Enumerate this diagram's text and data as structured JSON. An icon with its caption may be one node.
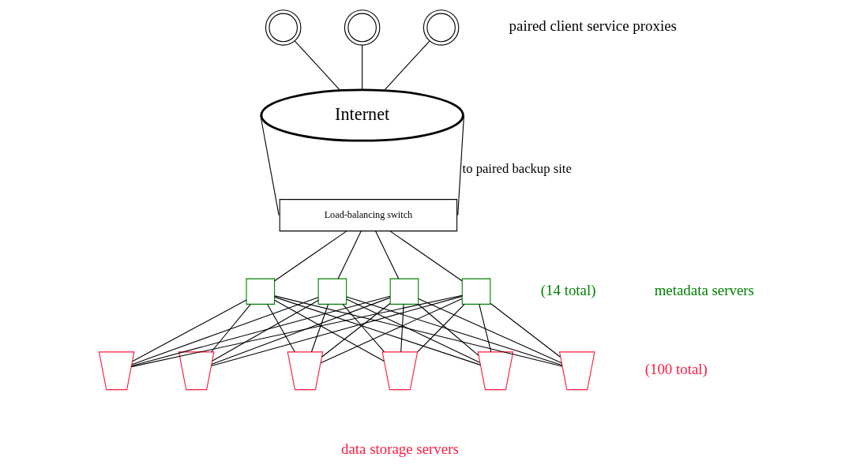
{
  "diagram": {
    "nodes": [
      {
        "text": [],
        "shape": "circle"
      },
      {
        "text": [],
        "shape": "circle"
      },
      {
        "text": [],
        "shape": "circle"
      },
      {
        "text": [
          "Internet"
        ]
      },
      {
        "text": [
          "Load-balancing switch"
        ]
      },
      {
        "text": [],
        "shape": "box"
      },
      {
        "text": [],
        "shape": "box"
      },
      {
        "text": [],
        "shape": "box"
      },
      {
        "text": [],
        "shape": "box"
      },
      {
        "text": [],
        "shape": "trapezoid"
      },
      {
        "text": [],
        "shape": "trapezoid"
      },
      {
        "text": [],
        "shape": "trapezoid"
      },
      {
        "text": [],
        "shape": "trapezoid"
      },
      {
        "text": [],
        "shape": "trapezoid"
      },
      {
        "text": [],
        "shape": "trapezoid"
      }
    ],
    "edges": [
      {
        "from": 0,
        "to": 3,
        "arrow": "none"
      },
      {
        "from": 1,
        "to": 3,
        "arrow": "none"
      },
      {
        "from": 2,
        "to": 3,
        "arrow": "none"
      },
      {
        "from": 3,
        "to": 4,
        "arrow": "none"
      },
      {
        "from": 3,
        "to": 4,
        "arrow": "none",
        "label": "to paired backup site"
      },
      {
        "from": 4,
        "to": 5,
        "arrow": "none"
      },
      {
        "from": 4,
        "to": 6,
        "arrow": "none"
      },
      {
        "from": 4,
        "to": 7,
        "arrow": "none"
      },
      {
        "from": 4,
        "to": 8,
        "arrow": "none"
      },
      {
        "from": 5,
        "to": 9,
        "arrow": "none"
      },
      {
        "from": 5,
        "to": 10,
        "arrow": "none"
      },
      {
        "from": 5,
        "to": 11,
        "arrow": "none"
      },
      {
        "from": 5,
        "to": 12,
        "arrow": "none"
      },
      {
        "from": 5,
        "to": 13,
        "arrow": "none"
      },
      {
        "from": 5,
        "to": 14,
        "arrow": "none"
      },
      {
        "from": 6,
        "to": 9,
        "arrow": "none"
      },
      {
        "from": 6,
        "to": 10,
        "arrow": "none"
      },
      {
        "from": 6,
        "to": 11,
        "arrow": "none"
      },
      {
        "from": 6,
        "to": 12,
        "arrow": "none"
      },
      {
        "from": 6,
        "to": 13,
        "arrow": "none"
      },
      {
        "from": 6,
        "to": 14,
        "arrow": "none"
      },
      {
        "from": 7,
        "to": 9,
        "arrow": "none"
      },
      {
        "from": 7,
        "to": 10,
        "arrow": "none"
      },
      {
        "from": 7,
        "to": 11,
        "arrow": "none"
      },
      {
        "from": 7,
        "to": 12,
        "arrow": "none"
      },
      {
        "from": 7,
        "to": 13,
        "arrow": "none"
      },
      {
        "from": 7,
        "to": 14,
        "arrow": "none"
      },
      {
        "from": 8,
        "to": 9,
        "arrow": "none"
      },
      {
        "from": 8,
        "to": 10,
        "arrow": "none"
      },
      {
        "from": 8,
        "to": 11,
        "arrow": "none"
      },
      {
        "from": 8,
        "to": 12,
        "arrow": "none"
      },
      {
        "from": 8,
        "to": 13,
        "arrow": "none"
      },
      {
        "from": 8,
        "to": 14,
        "arrow": "none"
      }
    ],
    "labels": [
      "paired client service proxies",
      "(14 total)",
      "metadata servers",
      "(100 total)",
      "data storage servers"
    ]
  }
}
